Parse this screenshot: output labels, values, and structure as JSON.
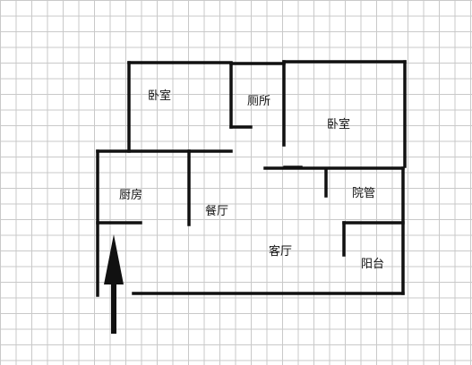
{
  "rooms": {
    "bedroom_left": "卧室",
    "toilet": "厕所",
    "bedroom_right": "卧室",
    "kitchen": "厨房",
    "dining": "餐厅",
    "courtyard": "院管",
    "living": "客厅",
    "balcony": "阳台"
  },
  "colors": {
    "wall": "#111111",
    "grid": "#c9c9c9",
    "background": "#ffffff"
  },
  "icons": {
    "entrance": "up-arrow-icon"
  }
}
